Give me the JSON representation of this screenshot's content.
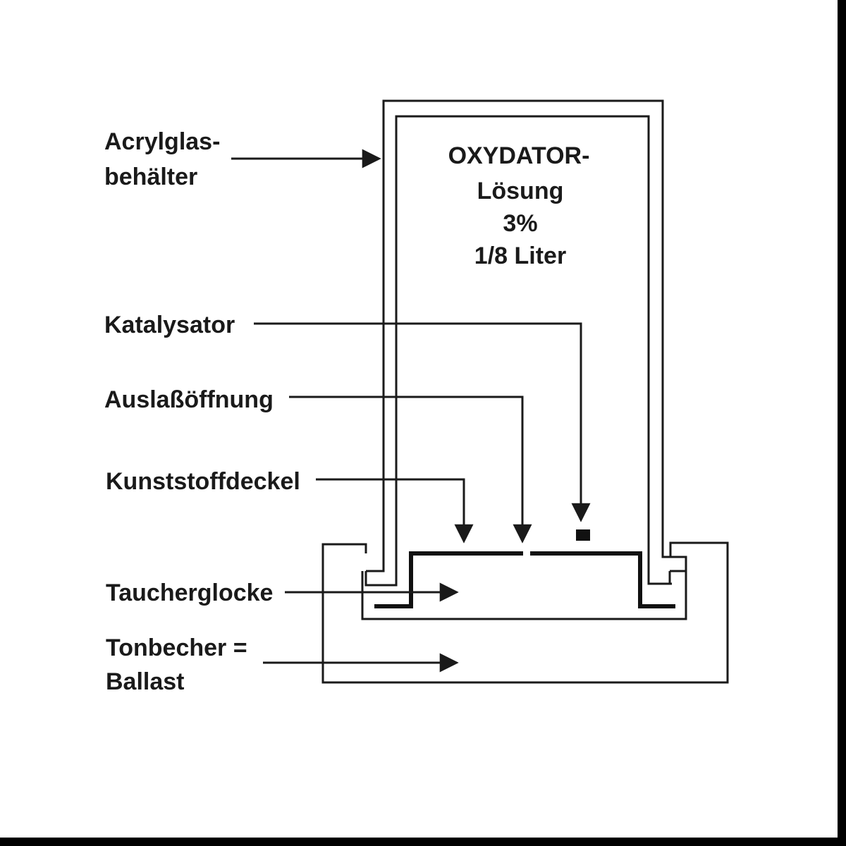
{
  "container_text": {
    "line1": "OXYDATOR-",
    "line2": "Lösung",
    "line3": "3%",
    "line4": "1/8 Liter"
  },
  "labels": {
    "acrylglas_1": "Acrylglas-",
    "acrylglas_2": "behälter",
    "katalysator": "Katalysator",
    "auslass": "Auslaßöffnung",
    "deckel": "Kunststoffdeckel",
    "taucherglocke": "Taucherglocke",
    "tonbecher_1": "Tonbecher =",
    "tonbecher_2": "Ballast"
  },
  "colors": {
    "ink": "#1a1a1a",
    "paper": "#ffffff",
    "frame": "#000000"
  }
}
